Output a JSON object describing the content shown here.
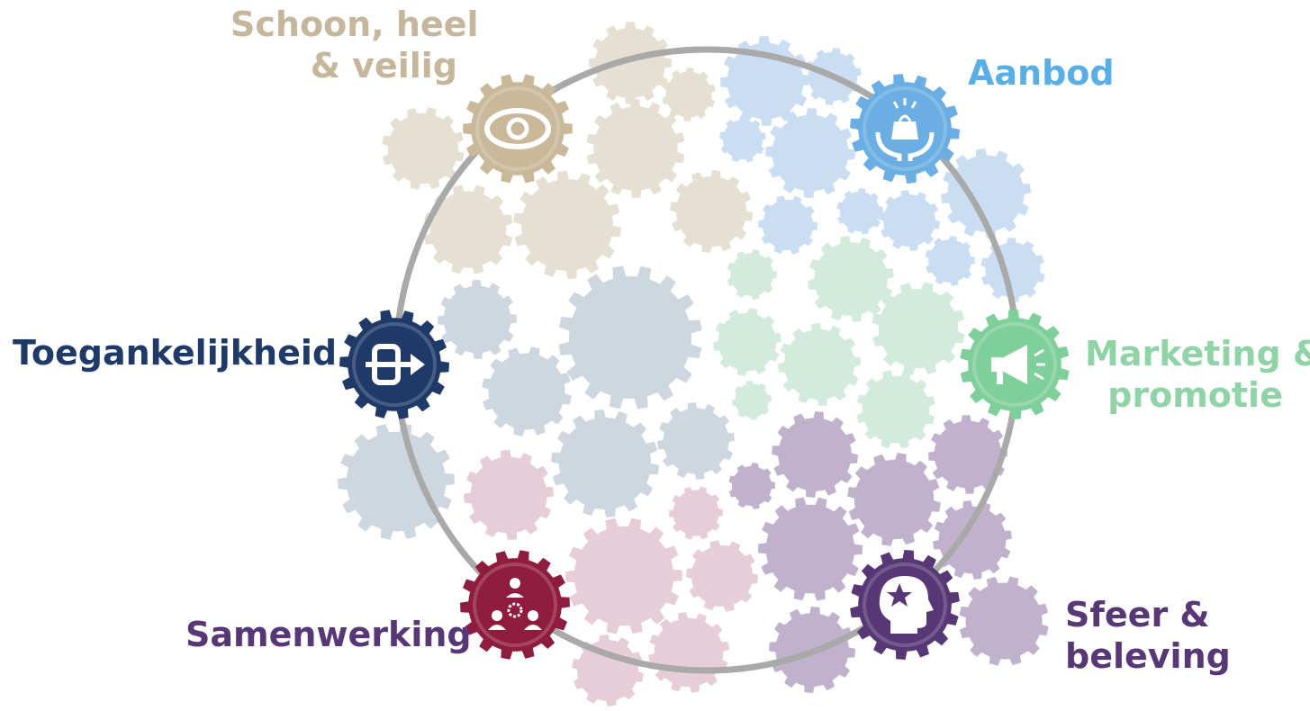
{
  "categories": [
    {
      "id": "schoon",
      "lines": [
        "Schoon, heel",
        "& veilig"
      ],
      "color": "#c9b99a",
      "light": "#e6e0d2",
      "icon": "eye-icon"
    },
    {
      "id": "aanbod",
      "lines": [
        "Aanbod"
      ],
      "color": "#6aaee3",
      "light": "#c9def2",
      "icon": "shopping-bag-hands-icon"
    },
    {
      "id": "marketing",
      "lines": [
        "Marketing &",
        "promotie"
      ],
      "color": "#7fcf9a",
      "light": "#d3ebdc",
      "icon": "megaphone-icon"
    },
    {
      "id": "sfeer",
      "lines": [
        "Sfeer &",
        "beleving"
      ],
      "color": "#573775",
      "light": "#c0b1cd",
      "icon": "head-star-icon"
    },
    {
      "id": "samenwerking",
      "lines": [
        "Samenwerking"
      ],
      "color": "#8f1b3f",
      "light": "#e6cdd7",
      "icon": "people-network-icon"
    },
    {
      "id": "toegankelijkheid",
      "lines": [
        "Toegankelijkheid"
      ],
      "color": "#1f3a68",
      "light": "#ced6e0",
      "icon": "entrance-arrow-icon"
    }
  ],
  "labelColors": {
    "schoon": "#c6b79c",
    "aanbod": "#5aaee6",
    "marketing": "#8fd3a6",
    "sfeer": "#573775",
    "samenwerking": "#573775",
    "toegankelijkheid": "#1f3a68"
  },
  "ringColor": "#a9a9a9"
}
